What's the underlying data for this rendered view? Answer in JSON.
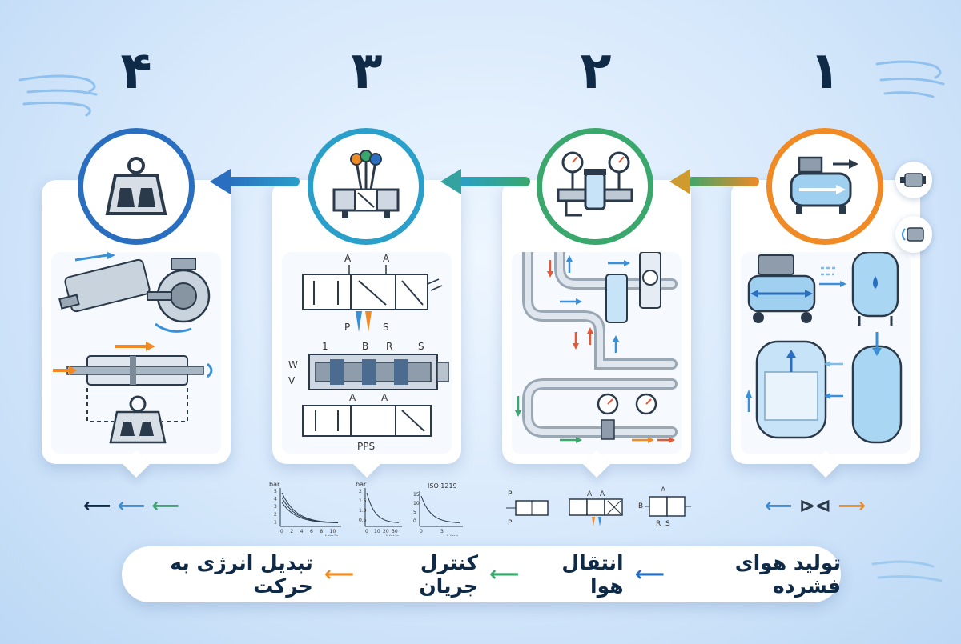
{
  "steps": [
    {
      "number": "۱",
      "color": "#f08a24",
      "icon": "compressor-icon"
    },
    {
      "number": "۲",
      "color": "#3aa76d",
      "icon": "pressure-gauge-pipe-icon"
    },
    {
      "number": "۳",
      "color": "#2a9fc9",
      "icon": "control-valve-icon"
    },
    {
      "number": "۴",
      "color": "#2a6fbf",
      "icon": "weight-load-icon"
    }
  ],
  "card3": {
    "valve_top": {
      "port_a1": "A",
      "port_a2": "A",
      "port_p": "P",
      "port_s": "S"
    },
    "spool": {
      "l1": "1",
      "l2": "B",
      "l3": "R",
      "l4": "S",
      "w": "W",
      "v": "V"
    },
    "valve_bottom": {
      "port_a1": "A",
      "port_a2": "A",
      "port_ps": "PPS"
    }
  },
  "mini_charts": [
    {
      "ylabel": "bar",
      "ticks_y": [
        "5",
        "4",
        "3",
        "2",
        "1"
      ],
      "ticks_x": [
        "0",
        "2",
        "4",
        "6",
        "8",
        "10"
      ],
      "xunit": "L/min"
    },
    {
      "ylabel": "bar",
      "ticks_y": [
        "2",
        "1.5",
        "1.0",
        "0.5"
      ],
      "ticks_x": [
        "0",
        "10",
        "20",
        "30"
      ],
      "xunit": "L/min"
    },
    {
      "title": "ISO 1219",
      "ticks_y": [
        "15",
        "10",
        "5",
        "0"
      ],
      "ticks_x": [
        "0",
        "3"
      ],
      "xunit": "L/mo"
    }
  ],
  "mini_symbols": {
    "s1": {
      "p_top": "P",
      "p_bottom": "P"
    },
    "s2": {
      "a1": "A",
      "a2": "A"
    },
    "s3": {
      "a": "A",
      "b": "B",
      "r": "R",
      "s": "S"
    }
  },
  "legend": {
    "items": [
      "تولید هوای فشرده",
      "انتقال هوا",
      "کنترل جریان",
      "تبدیل انرژی به حرکت"
    ],
    "arrow_colors": [
      "#2a6fbf",
      "#3aa76d",
      "#f08a24"
    ]
  }
}
